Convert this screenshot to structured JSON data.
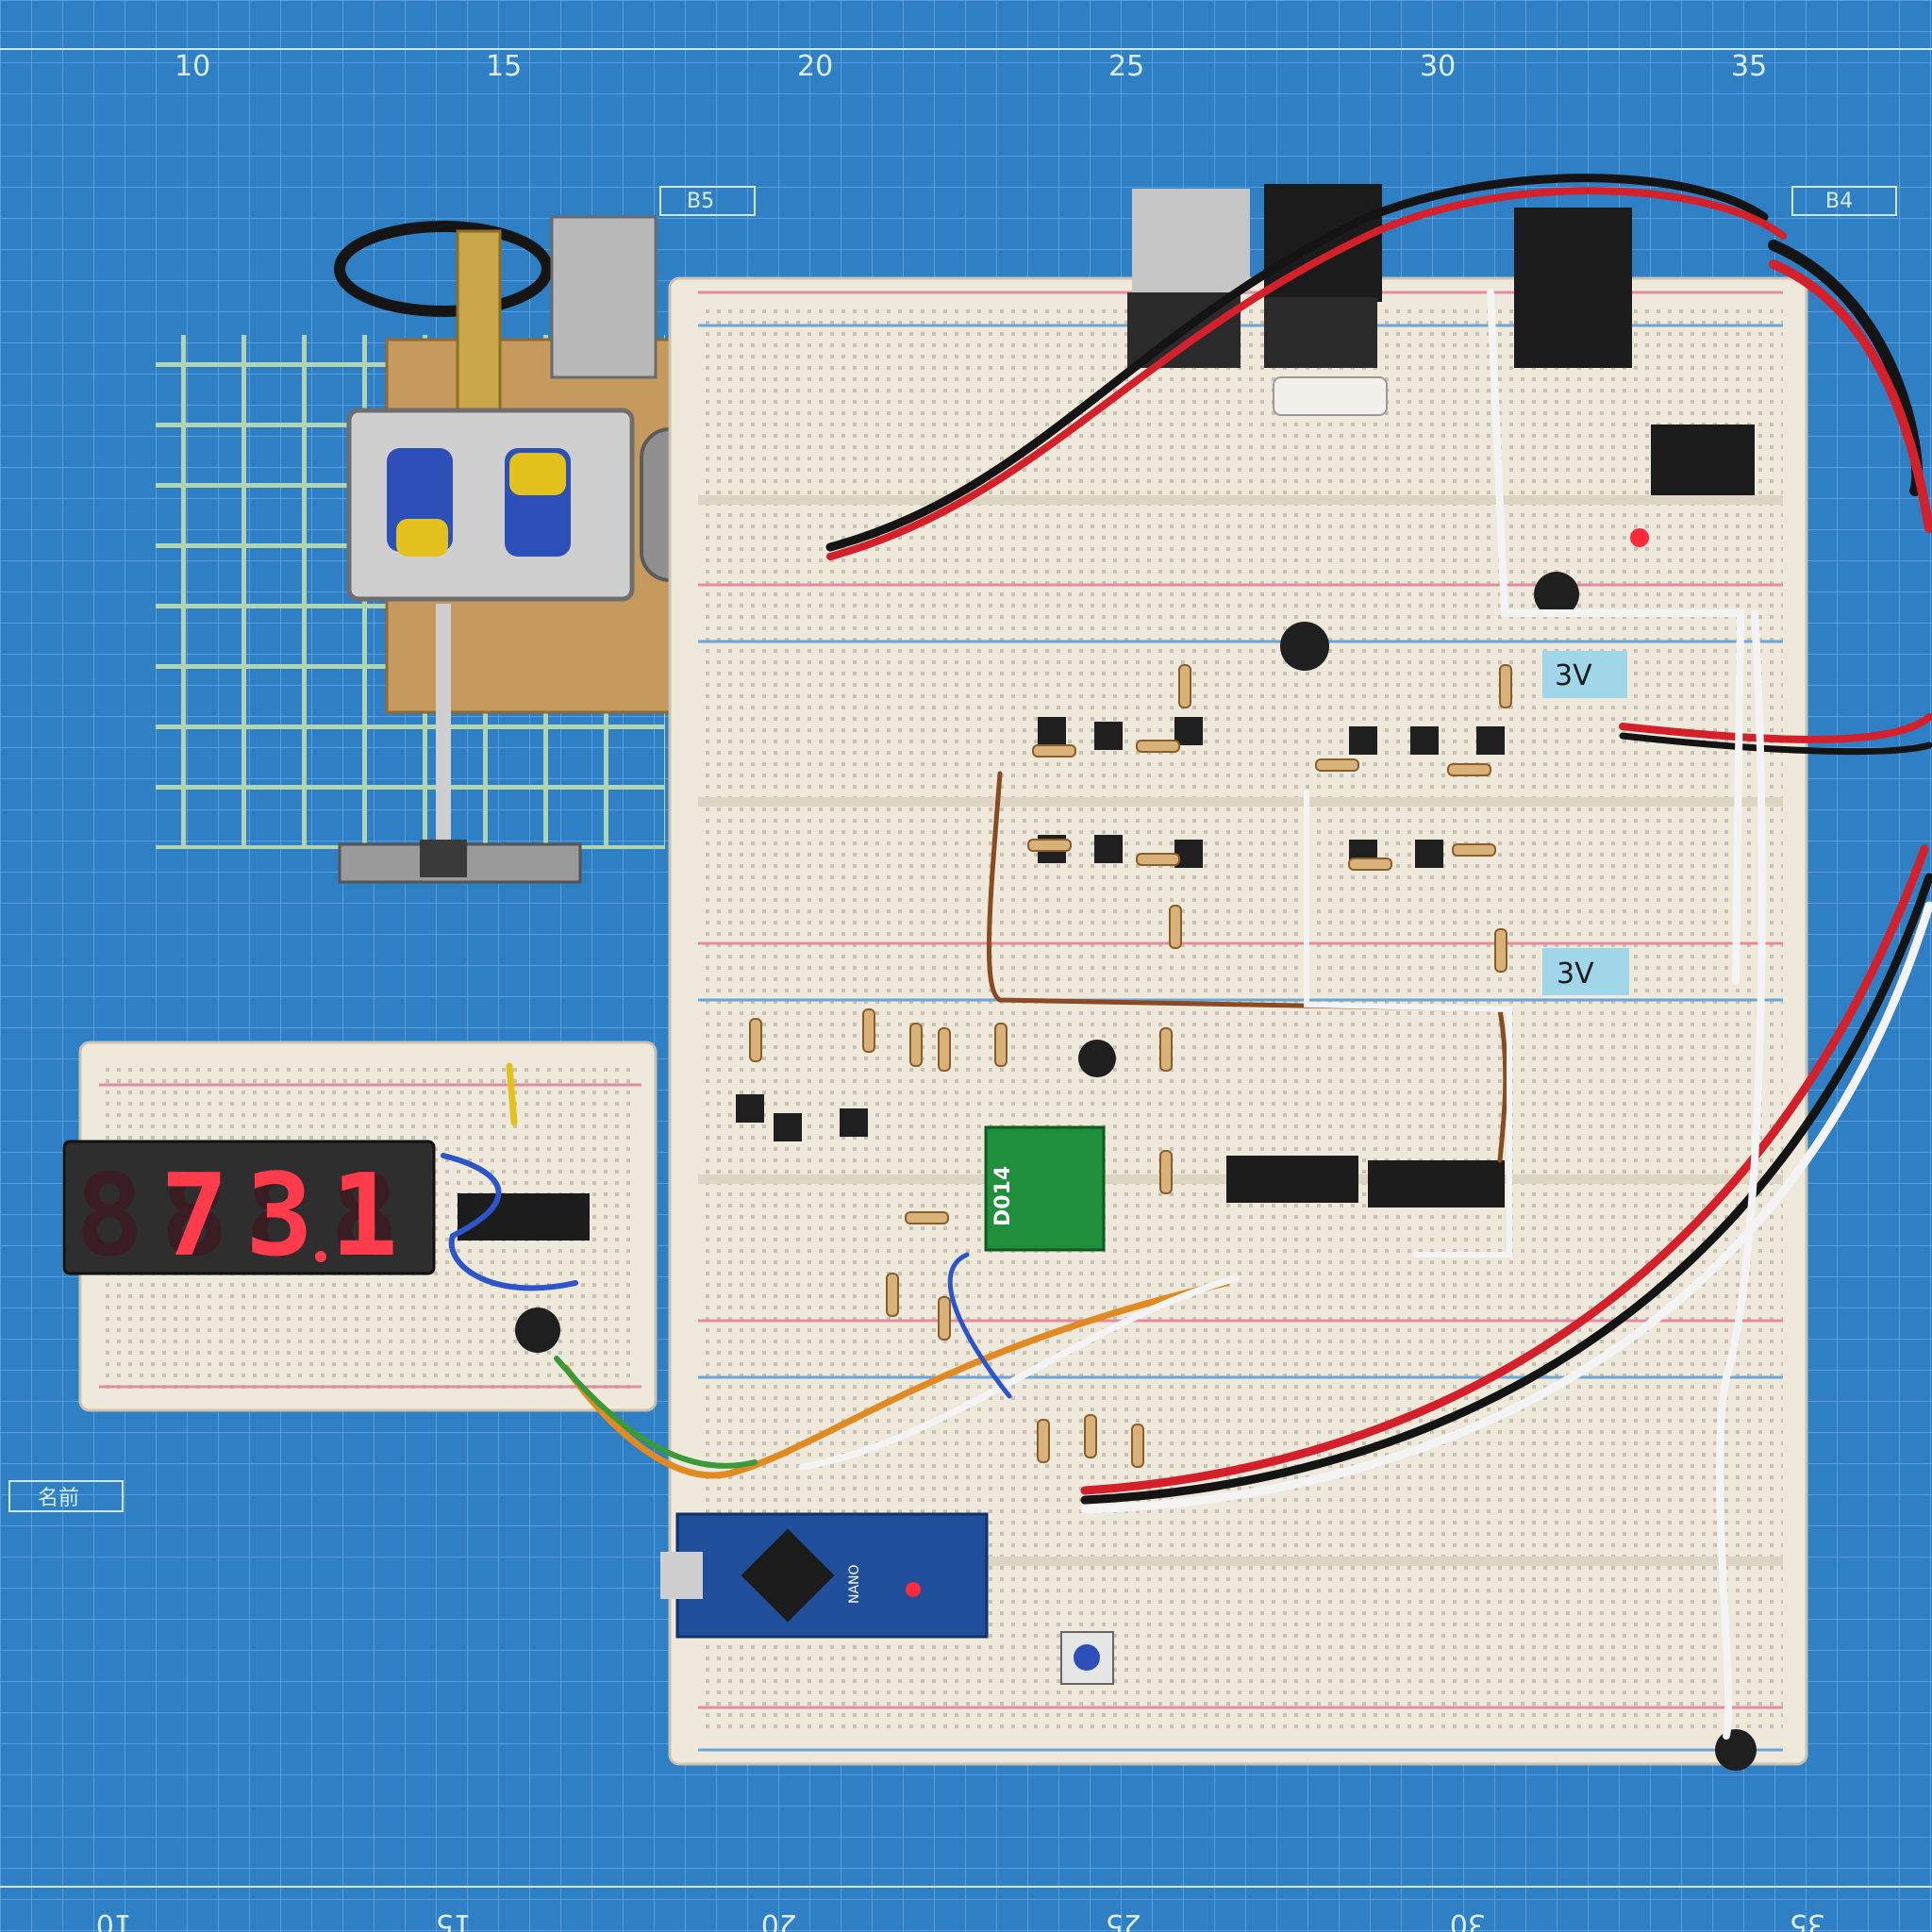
{
  "colors": {
    "mat": "#2f7fc4",
    "mat_grid": "#6fb0e8",
    "breadboard": "#efe9dc",
    "rail_red": "#e58aa0",
    "rail_blue": "#6aa6d8",
    "display_on": "#ff3b4c",
    "display_off": "#3a1d22",
    "arduino": "#1f4e9a",
    "wire_red": "#d3202a",
    "wire_black": "#141414",
    "wire_white": "#f4f4f4",
    "wire_orange": "#e28a22",
    "wire_blue": "#2b55c8",
    "wire_green": "#3a9a3a",
    "wire_brown": "#8a4a22",
    "heatsink": "#1b1b1b",
    "sticker": "#9fd6e8"
  },
  "mat_ruler_top": [
    "10",
    "15",
    "20",
    "25",
    "30",
    "35"
  ],
  "mat_ruler_bottom": [
    "10",
    "15",
    "20",
    "25",
    "30",
    "35"
  ],
  "mat_marks": {
    "b5": "B5",
    "b4": "B4",
    "name": "名前"
  },
  "labels": {
    "voltage_top": "3V",
    "voltage_middle": "3V"
  },
  "display": {
    "digits": [
      "",
      "7",
      "3",
      "1"
    ],
    "readout": "73.1"
  },
  "module": {
    "breakout_label": "D014",
    "arduino_label": "NANO"
  },
  "icons": [
    "motor-icon",
    "gearbox-icon",
    "heatsink-icon",
    "led-icon",
    "usb-icon"
  ]
}
